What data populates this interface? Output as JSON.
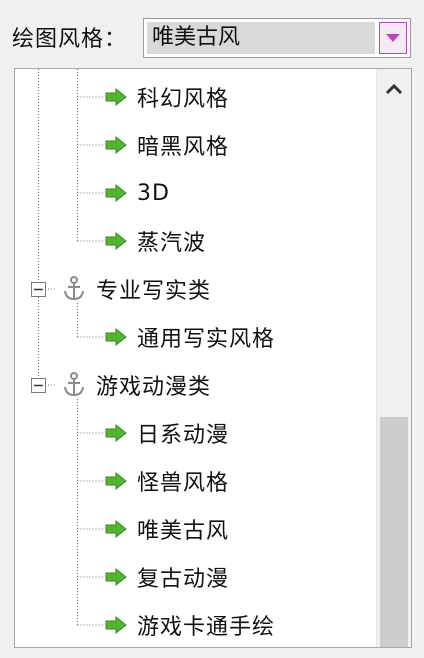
{
  "header": {
    "label": "绘图风格：",
    "selected_value": "唯美古风"
  },
  "tree": {
    "items": [
      {
        "label": "科幻风格"
      },
      {
        "label": "暗黑风格"
      },
      {
        "label": "3D"
      },
      {
        "label": "蒸汽波"
      },
      {
        "label": "专业写实类"
      },
      {
        "label": "通用写实风格"
      },
      {
        "label": "游戏动漫类"
      },
      {
        "label": "日系动漫"
      },
      {
        "label": "怪兽风格"
      },
      {
        "label": "唯美古风"
      },
      {
        "label": "复古动漫"
      },
      {
        "label": "游戏卡通手绘"
      }
    ]
  },
  "colors": {
    "arrow_green": "#55b233",
    "combo_accent": "#b24bb2",
    "scroll_thumb": "#cdcdcd"
  }
}
